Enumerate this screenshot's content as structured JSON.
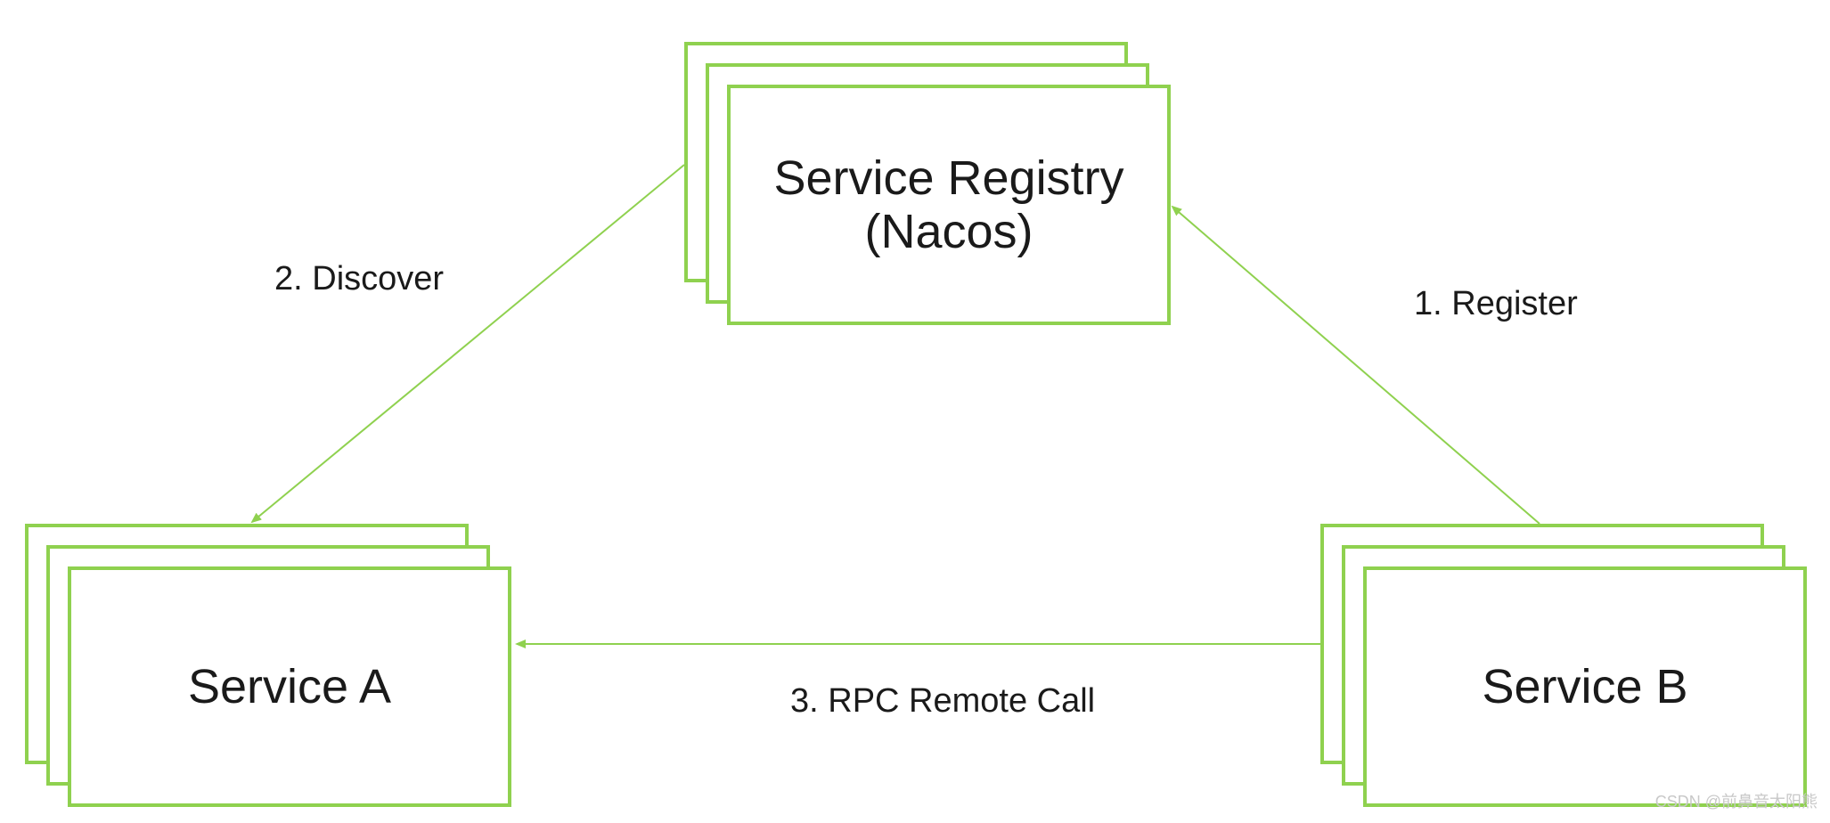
{
  "nodes": {
    "registry": {
      "label": "Service Registry\n(Nacos)"
    },
    "service_a": {
      "label": "Service A"
    },
    "service_b": {
      "label": "Service B"
    }
  },
  "edges": {
    "register": {
      "label": "1. Register"
    },
    "discover": {
      "label": "2. Discover"
    },
    "rpc_call": {
      "label": "3. RPC Remote Call"
    }
  },
  "watermark": "CSDN @前鼻音太阳熊",
  "colors": {
    "accent": "#8fd14f",
    "text": "#1a1a1a"
  }
}
